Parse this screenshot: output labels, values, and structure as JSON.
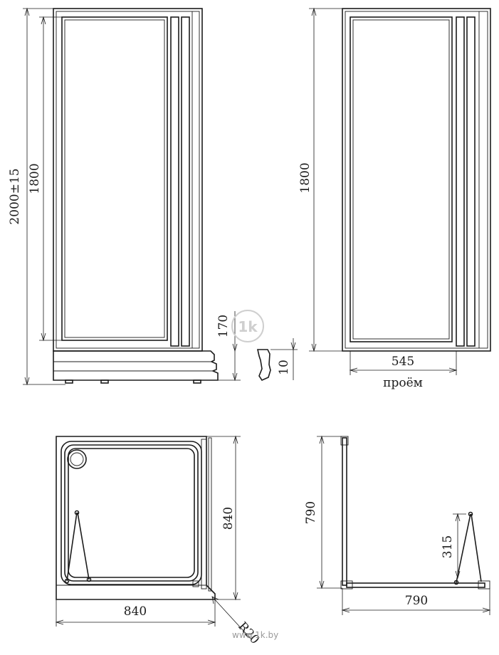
{
  "dimensions": {
    "front_total_height": "2000±15",
    "front_panel_height": "1800",
    "tray_height": "170",
    "profile_gap": "10",
    "side_panel_height": "1800",
    "opening_width": "545",
    "opening_label": "проём",
    "plan_depth": "840",
    "plan_width": "840",
    "corner_radius": "R20",
    "side_plan_depth": "790",
    "side_plan_width": "790",
    "strut_length": "315"
  },
  "watermark": {
    "logo_text": "1k",
    "site": "www.1k.by"
  }
}
